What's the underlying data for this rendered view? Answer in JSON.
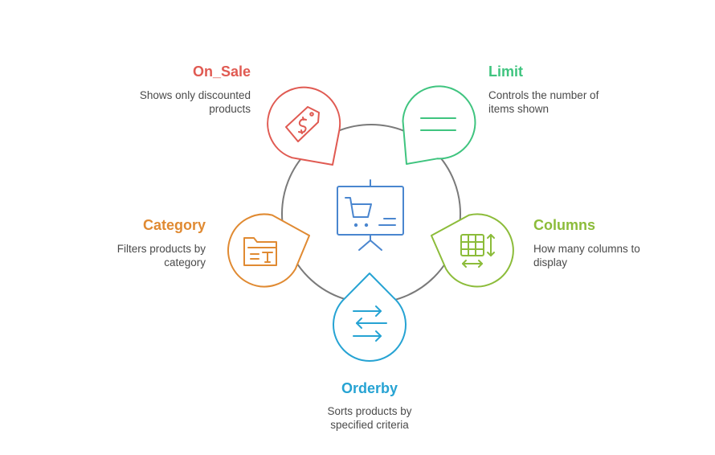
{
  "colors": {
    "on_sale": "#e05a52",
    "limit": "#3fc47f",
    "columns": "#8cbc3a",
    "orderby": "#26a3d3",
    "category": "#e08a32",
    "center": "#4a86cf",
    "ring": "#7a7a7a"
  },
  "items": {
    "on_sale": {
      "title": "On_Sale",
      "desc_line1": "Shows only discounted",
      "desc_line2": "products",
      "icon": "price-tag-icon"
    },
    "limit": {
      "title": "Limit",
      "desc_line1": "Controls the number of",
      "desc_line2": "items shown",
      "icon": "lines-icon"
    },
    "columns": {
      "title": "Columns",
      "desc_line1": "How many columns to",
      "desc_line2": "display",
      "icon": "table-columns-icon"
    },
    "category": {
      "title": "Category",
      "desc_line1": "Filters products by",
      "desc_line2": "category",
      "icon": "folder-text-icon"
    },
    "orderby": {
      "title": "Orderby",
      "desc_line1": "Sorts products by",
      "desc_line2": "specified criteria",
      "icon": "sort-arrows-icon"
    }
  },
  "center": {
    "icon": "cart-presentation-icon"
  }
}
